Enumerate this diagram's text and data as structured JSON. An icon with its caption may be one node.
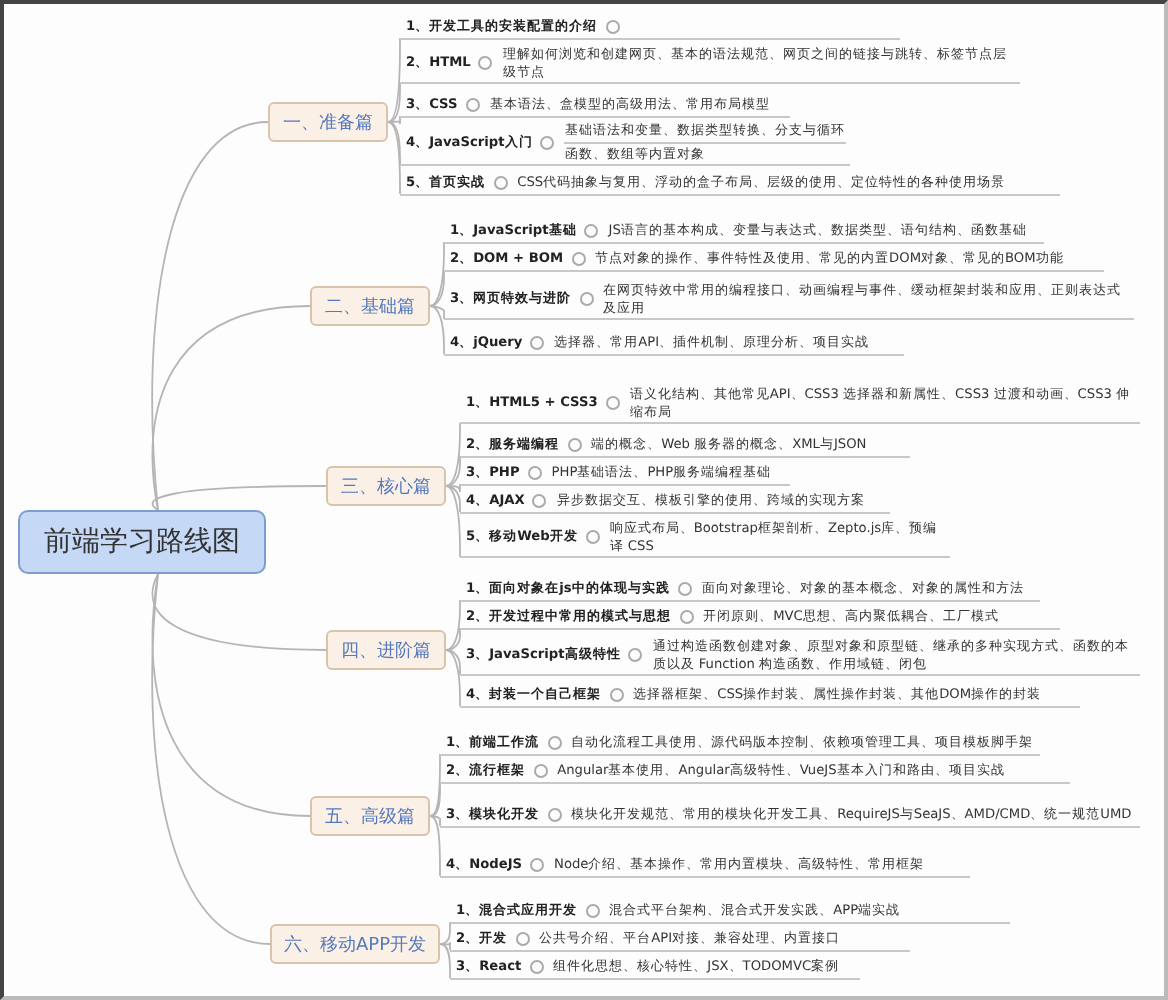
{
  "diagram": {
    "nodes": [
      {
        "text": [
          "前端学习路线图"
        ]
      },
      {
        "text": [
          "一、准备篇"
        ]
      },
      {
        "text": [
          "1、开发工具的安装配置的介绍"
        ]
      },
      {
        "text": [
          "2、HTML",
          "理解如何浏览和创建网页、基本的语法规范、网页之间的链接与跳转、标签节点层级节点"
        ]
      },
      {
        "text": [
          "3、CSS",
          "基本语法、盒模型的高级用法、常用布局模型"
        ]
      },
      {
        "text": [
          "4、JavaScript入门",
          "基础语法和变量、数据类型转换、分支与循环",
          "函数、数组等内置对象"
        ]
      },
      {
        "text": [
          "5、首页实战",
          "CSS代码抽象与复用、浮动的盒子布局、层级的使用、定位特性的各种使用场景"
        ]
      },
      {
        "text": [
          "二、基础篇"
        ]
      },
      {
        "text": [
          "1、JavaScript基础",
          "JS语言的基本构成、变量与表达式、数据类型、语句结构、函数基础"
        ]
      },
      {
        "text": [
          "2、DOM + BOM",
          "节点对象的操作、事件特性及使用、常见的内置DOM对象、常见的BOM功能"
        ]
      },
      {
        "text": [
          "3、网页特效与进阶",
          "在网页特效中常用的编程接口、动画编程与事件、缓动框架封装和应用、正则表达式及应用"
        ]
      },
      {
        "text": [
          "4、jQuery",
          "选择器、常用API、插件机制、原理分析、项目实战"
        ]
      },
      {
        "text": [
          "三、核心篇"
        ]
      },
      {
        "text": [
          "1、HTML5 + CSS3",
          "语义化结构、其他常见API、CSS3 选择器和新属性、CSS3 过渡和动画、CSS3 伸缩布局"
        ]
      },
      {
        "text": [
          "2、服务端编程",
          "端的概念、Web 服务器的概念、XML与JSON"
        ]
      },
      {
        "text": [
          "3、PHP",
          "PHP基础语法、PHP服务端编程基础"
        ]
      },
      {
        "text": [
          "4、AJAX",
          "异步数据交互、模板引擎的使用、跨域的实现方案"
        ]
      },
      {
        "text": [
          "5、移动Web开发",
          "响应式布局、Bootstrap框架剖析、Zepto.js库、预编译 CSS"
        ]
      },
      {
        "text": [
          "四、进阶篇"
        ]
      },
      {
        "text": [
          "1、面向对象在js中的体现与实践",
          "面向对象理论、对象的基本概念、对象的属性和方法"
        ]
      },
      {
        "text": [
          "2、开发过程中常用的模式与思想",
          "开闭原则、MVC思想、高内聚低耦合、工厂模式"
        ]
      },
      {
        "text": [
          "3、JavaScript高级特性",
          "通过构造函数创建对象、原型对象和原型链、继承的多种实现方式、函数的本质以及 Function 构造函数、作用域链、闭包"
        ]
      },
      {
        "text": [
          "4、封装一个自己框架",
          "选择器框架、CSS操作封装、属性操作封装、其他DOM操作的封装"
        ]
      },
      {
        "text": [
          "五、高级篇"
        ]
      },
      {
        "text": [
          "1、前端工作流",
          "自动化流程工具使用、源代码版本控制、依赖项管理工具、项目模板脚手架"
        ]
      },
      {
        "text": [
          "2、流行框架",
          "Angular基本使用、Angular高级特性、VueJS基本入门和路由、项目实战"
        ]
      },
      {
        "text": [
          "3、模块化开发",
          "模块化开发规范、常用的模块化开发工具、RequireJS与SeaJS、AMD/CMD、统一规范UMD"
        ]
      },
      {
        "text": [
          "4、NodeJS",
          "Node介绍、基本操作、常用内置模块、高级特性、常用框架"
        ]
      },
      {
        "text": [
          "六、移动APP开发"
        ]
      },
      {
        "text": [
          "1、混合式应用开发",
          "混合式平台架构、混合式开发实践、APP端实战"
        ]
      },
      {
        "text": [
          "2、开发",
          "公共号介绍、平台API对接、兼容处理、内置接口"
        ]
      },
      {
        "text": [
          "3、React",
          "组件化思想、核心特性、JSX、TODOMVC案例"
        ]
      }
    ],
    "edges": [
      {
        "from": 0,
        "to": 1,
        "arrow": "none"
      },
      {
        "from": 0,
        "to": 7,
        "arrow": "none"
      },
      {
        "from": 0,
        "to": 12,
        "arrow": "none"
      },
      {
        "from": 0,
        "to": 18,
        "arrow": "none"
      },
      {
        "from": 0,
        "to": 23,
        "arrow": "none"
      },
      {
        "from": 0,
        "to": 28,
        "arrow": "none"
      },
      {
        "from": 1,
        "to": 2,
        "arrow": "none"
      },
      {
        "from": 1,
        "to": 3,
        "arrow": "none"
      },
      {
        "from": 1,
        "to": 4,
        "arrow": "none"
      },
      {
        "from": 1,
        "to": 5,
        "arrow": "none"
      },
      {
        "from": 1,
        "to": 6,
        "arrow": "none"
      },
      {
        "from": 7,
        "to": 8,
        "arrow": "none"
      },
      {
        "from": 7,
        "to": 9,
        "arrow": "none"
      },
      {
        "from": 7,
        "to": 10,
        "arrow": "none"
      },
      {
        "from": 7,
        "to": 11,
        "arrow": "none"
      },
      {
        "from": 12,
        "to": 13,
        "arrow": "none"
      },
      {
        "from": 12,
        "to": 14,
        "arrow": "none"
      },
      {
        "from": 12,
        "to": 15,
        "arrow": "none"
      },
      {
        "from": 12,
        "to": 16,
        "arrow": "none"
      },
      {
        "from": 12,
        "to": 17,
        "arrow": "none"
      },
      {
        "from": 18,
        "to": 19,
        "arrow": "none"
      },
      {
        "from": 18,
        "to": 20,
        "arrow": "none"
      },
      {
        "from": 18,
        "to": 21,
        "arrow": "none"
      },
      {
        "from": 18,
        "to": 22,
        "arrow": "none"
      },
      {
        "from": 23,
        "to": 24,
        "arrow": "none"
      },
      {
        "from": 23,
        "to": 25,
        "arrow": "none"
      },
      {
        "from": 23,
        "to": 26,
        "arrow": "none"
      },
      {
        "from": 23,
        "to": 27,
        "arrow": "none"
      },
      {
        "from": 28,
        "to": 29,
        "arrow": "none"
      },
      {
        "from": 28,
        "to": 30,
        "arrow": "none"
      },
      {
        "from": 28,
        "to": 31,
        "arrow": "none"
      }
    ]
  }
}
